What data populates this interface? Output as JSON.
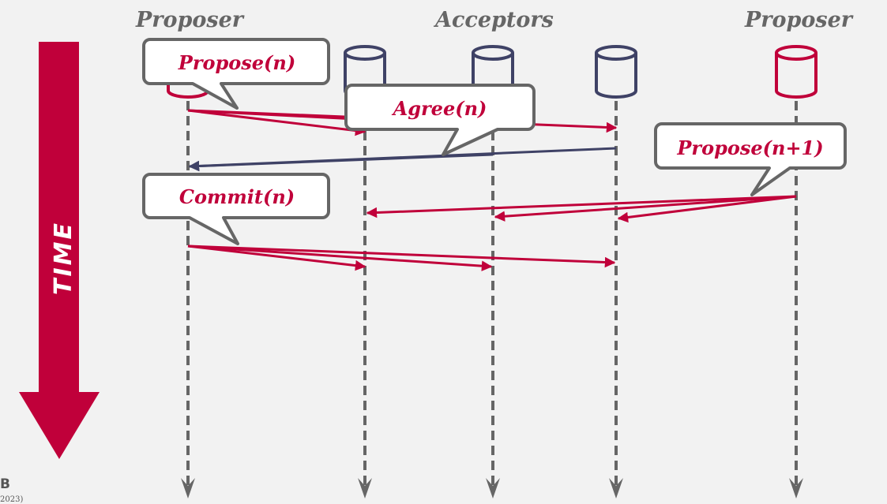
{
  "roles": {
    "left_proposer": "Proposer",
    "acceptors": "Acceptors",
    "right_proposer": "Proposer"
  },
  "time_arrow": {
    "label": "TIME"
  },
  "nodes": [
    {
      "id": "proposer-1",
      "role": "proposer",
      "color": "#c0003a"
    },
    {
      "id": "acceptor-1",
      "role": "acceptor",
      "color": "#3f4266"
    },
    {
      "id": "acceptor-2",
      "role": "acceptor",
      "color": "#3f4266"
    },
    {
      "id": "acceptor-3",
      "role": "acceptor",
      "color": "#3f4266"
    },
    {
      "id": "proposer-2",
      "role": "proposer",
      "color": "#c0003a"
    }
  ],
  "bubbles": {
    "propose_n": "Propose(n)",
    "agree_n": "Agree(n)",
    "propose_n1": "Propose(n+1)",
    "commit_n": "Commit(n)"
  },
  "messages": [
    {
      "type": "Propose(n)",
      "from": "proposer-1",
      "to": [
        "acceptor-1",
        "acceptor-2",
        "acceptor-3"
      ],
      "color": "#c0003a"
    },
    {
      "type": "Agree(n)",
      "from": [
        "acceptor-2",
        "acceptor-3"
      ],
      "to": "proposer-1",
      "color": "#3f4266"
    },
    {
      "type": "Propose(n+1)",
      "from": "proposer-2",
      "to": [
        "acceptor-1",
        "acceptor-2",
        "acceptor-3"
      ],
      "color": "#c0003a"
    },
    {
      "type": "Commit(n)",
      "from": "proposer-1",
      "to": [
        "acceptor-1",
        "acceptor-2",
        "acceptor-3"
      ],
      "color": "#c0003a"
    }
  ],
  "colors": {
    "accent": "#c0003a",
    "acceptor": "#3f4266",
    "lifeline": "#666666",
    "background": "#f2f2f2"
  },
  "footer": {
    "logo_fragment": "B",
    "year_fragment": "2023)"
  }
}
